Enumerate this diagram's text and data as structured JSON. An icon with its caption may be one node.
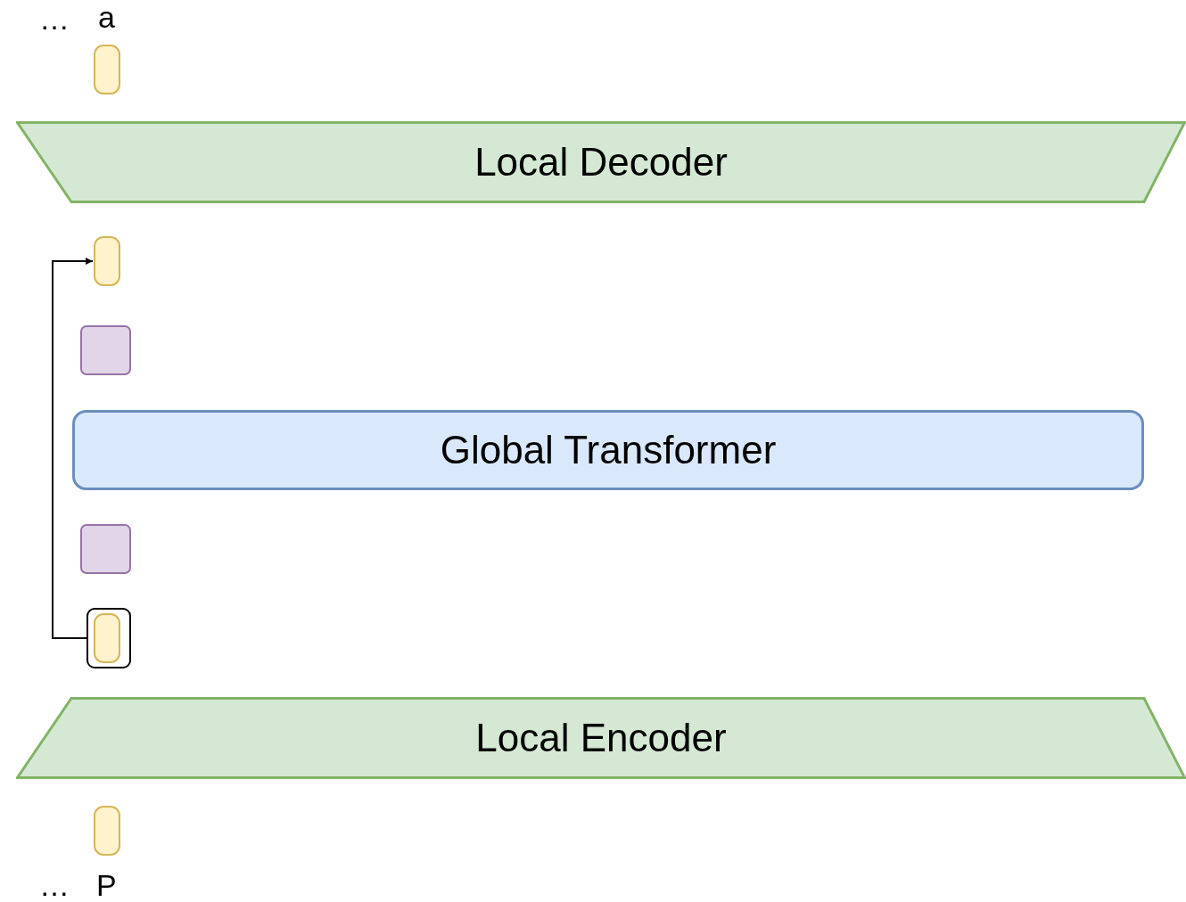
{
  "diagram": {
    "nodes": [
      {
        "text": [],
        "shape": "box",
        "beside": [
          "a"
        ]
      },
      {
        "text": [
          "Local Decoder"
        ]
      },
      {
        "text": [],
        "shape": "box"
      },
      {
        "text": [],
        "shape": "box"
      },
      {
        "text": [
          "Global Transformer"
        ]
      },
      {
        "text": [],
        "shape": "box"
      },
      {
        "text": [],
        "shape": "box"
      },
      {
        "text": [],
        "shape": "box",
        "in": 6
      },
      {
        "text": [
          "Local Encoder"
        ]
      },
      {
        "text": [],
        "shape": "box",
        "beside": [
          "P"
        ]
      }
    ],
    "edges": [
      {
        "from": 6,
        "to": 2,
        "arrow": "to"
      }
    ],
    "labels": [
      "…",
      "…"
    ]
  }
}
